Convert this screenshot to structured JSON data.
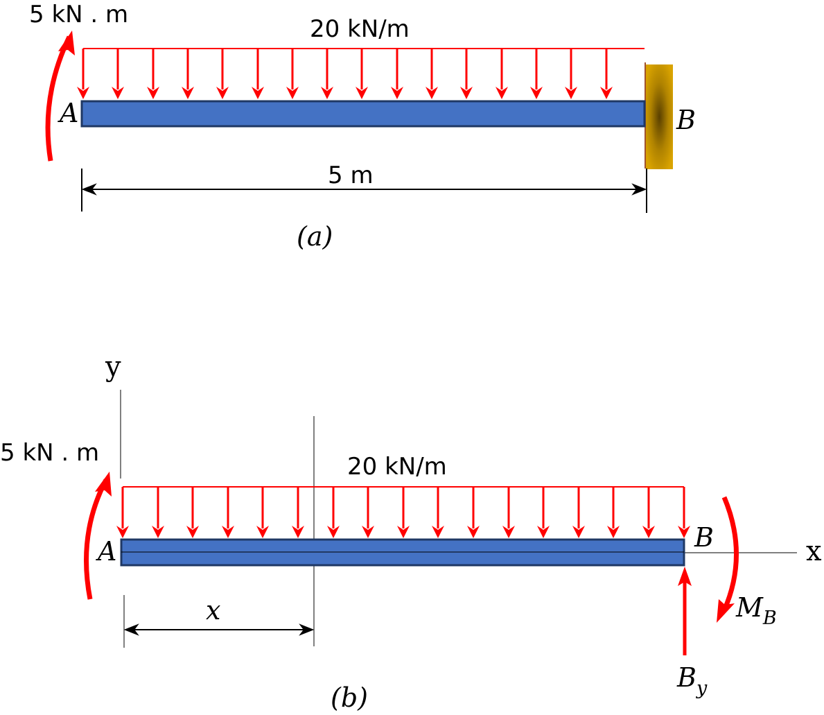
{
  "diagram_a": {
    "moment_label": "5 kN . m",
    "load_label": "20 kN/m",
    "point_a": "A",
    "point_b": "B",
    "length_label": "5 m",
    "caption": "(a)"
  },
  "diagram_b": {
    "moment_label": "5 kN . m",
    "load_label": "20 kN/m",
    "point_a": "A",
    "point_b": "B",
    "axis_y": "y",
    "axis_x": "x",
    "dim_x": "x",
    "reaction_moment": "M",
    "reaction_moment_sub": "B",
    "reaction_force": "B",
    "reaction_force_sub": "y",
    "caption": "(b)"
  },
  "colors": {
    "beam_fill": "#4472C4",
    "beam_stroke": "#1F3864",
    "load": "#FF0000",
    "moment": "#FF0000",
    "wall_light": "#D9A300",
    "wall_dark": "#5A4000"
  }
}
